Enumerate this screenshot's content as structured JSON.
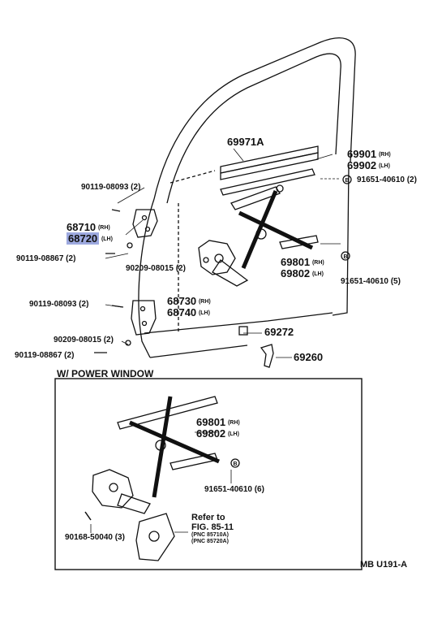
{
  "section_title": "W/ POWER WINDOW",
  "diagram_code": "MB  U191-A",
  "parts": {
    "p69971A": "69971A",
    "p69901": "69901",
    "p69902": "69902",
    "p91651_2": "91651-40610 (2)",
    "p90119_08093_top": "90119-08093 (2)",
    "p68710": "68710",
    "p68720": "68720",
    "p90119_08867_top": "90119-08867 (2)",
    "p90209_top": "90209-08015 (2)",
    "p69801": "69801",
    "p69802": "69802",
    "p91651_5": "91651-40610 (5)",
    "p90119_08093_bot": "90119-08093 (2)",
    "p68730": "68730",
    "p68740": "68740",
    "p69272": "69272",
    "p90209_bot": "90209-08015 (2)",
    "p90119_08867_bot": "90119-08867 (2)",
    "p69260": "69260",
    "pw69801": "69801",
    "pw69802": "69802",
    "pw91651_6": "91651-40610 (6)",
    "p90168": "90168-50040 (3)"
  },
  "side": {
    "rh": "(RH)",
    "lh": "(LH)"
  },
  "refer": {
    "line1": "Refer to",
    "line2": "FIG. 85-11",
    "line3": "(PNC 85710A)",
    "line4": "(PNC 85720A)"
  },
  "highlight_color": "#9da9df"
}
